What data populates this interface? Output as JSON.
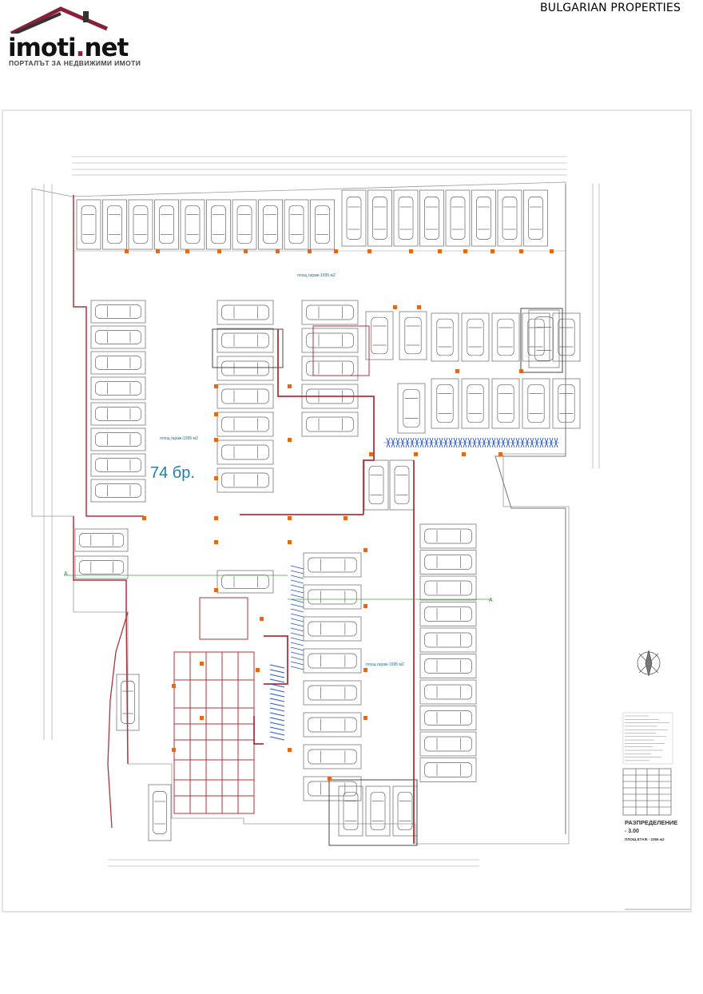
{
  "header": {
    "logo_word": "imoti",
    "logo_dot": ".",
    "logo_tld": "net",
    "logo_tagline": "ПОРТАЛЪТ ЗА НЕДВИЖИМИ ИМОТИ",
    "brand": "BULGARIAN PROPERTIES"
  },
  "plan": {
    "spaces_count": "74 бр.",
    "area_label_top": "площ гараж-1995 м2",
    "area_label_left": "площ гараж-1995 м2",
    "area_label_right": "площ гараж-1995 м2",
    "title_block": {
      "title": "РАЗПРЕДЕЛЕНИЕ",
      "level": "- 3.00",
      "floor_area": "ПЛОЩ ЕТАЖ - 2355 м2"
    }
  },
  "colors": {
    "logo_accent": "#8a1f3a",
    "walls": "#b0323a",
    "columns": "#e06a1c",
    "annotation": "#1f7fa8",
    "ramp_hatch": "#2a55c8"
  }
}
